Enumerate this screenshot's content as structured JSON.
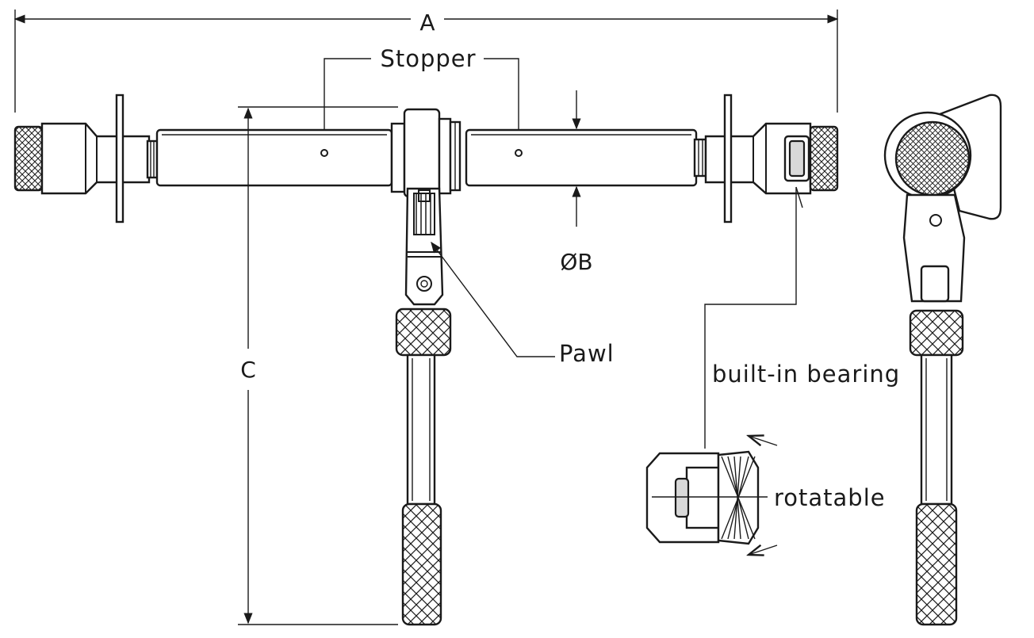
{
  "labels": {
    "dim_a": "A",
    "dim_b": "ØB",
    "dim_c": "C",
    "stopper": "Stopper",
    "pawl": "Pawl",
    "built_in_bearing": "built-in bearing",
    "rotatable": "rotatable"
  }
}
